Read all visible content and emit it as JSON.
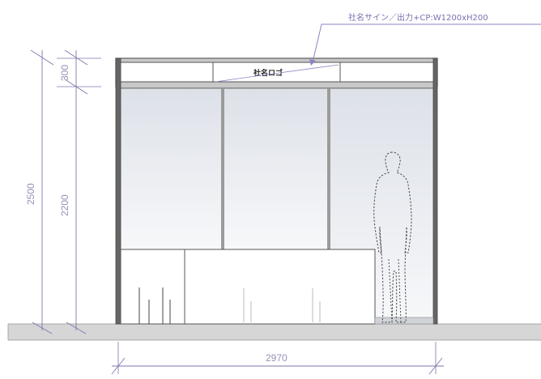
{
  "drawing": {
    "callout_label": "社名サイン／出力+CP:W1200xH200",
    "sign_label": "社名ロゴ",
    "dimensions": {
      "total_height": "2500",
      "panel_height": "2200",
      "header_height": "300",
      "width": "2970"
    },
    "colors": {
      "frame": "#555555",
      "dimension_line": "#7f76ad",
      "callout_line": "#8b83c2",
      "floor": "#d6d6d6",
      "panel_gradient_top": "#dde1e8",
      "panel_gradient_bottom": "#f7f8fa",
      "figure_outline": "#444444"
    }
  }
}
